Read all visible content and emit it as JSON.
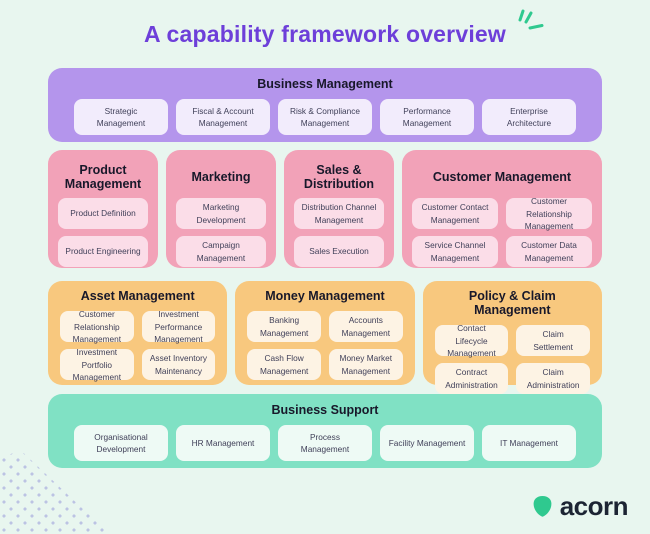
{
  "title": "A capability framework overview",
  "brand": "acorn",
  "colors": {
    "background": "#e8f6ef",
    "title_purple": "#6d3fd9",
    "band_purple": "#b495ec",
    "card_purple": "#f2ecfc",
    "band_pink": "#f2a2b8",
    "card_pink": "#fbdde8",
    "band_yellow": "#f8c87e",
    "card_yellow": "#fdf3e4",
    "band_green": "#80e1c4",
    "card_green": "#eefaf5",
    "accent_green": "#2fc98f",
    "text_dark": "#18182a"
  },
  "sections": {
    "business_management": {
      "title": "Business Management",
      "items": [
        "Strategic Management",
        "Fiscal & Account Management",
        "Risk & Compliance Management",
        "Performance Management",
        "Enterprise Architecture"
      ]
    },
    "product_management": {
      "title": "Product Management",
      "items": [
        "Product Definition",
        "Product Engineering"
      ]
    },
    "marketing": {
      "title": "Marketing",
      "items": [
        "Marketing Development",
        "Campaign Management"
      ]
    },
    "sales_distribution": {
      "title": "Sales & Distribution",
      "items": [
        "Distribution Channel Management",
        "Sales Execution"
      ]
    },
    "customer_management": {
      "title": "Customer Management",
      "items": [
        "Customer Contact Management",
        "Customer Relationship Management",
        "Service Channel Management",
        "Customer Data Management"
      ]
    },
    "asset_management": {
      "title": "Asset Management",
      "items": [
        "Customer Relationship Management",
        "Investment Performance Management",
        "Investment Portfolio Management",
        "Asset Inventory Maintenancy"
      ]
    },
    "money_management": {
      "title": "Money Management",
      "items": [
        "Banking Management",
        "Accounts Management",
        "Cash Flow Management",
        "Money Market Management"
      ]
    },
    "policy_claim_management": {
      "title": "Policy & Claim Management",
      "items": [
        "Contact Lifecycle Management",
        "Claim Settlement",
        "Contract Administration",
        "Claim Administration"
      ]
    },
    "business_support": {
      "title": "Business Support",
      "items": [
        "Organisational Development",
        "HR Management",
        "Process Management",
        "Facility Management",
        "IT Management"
      ]
    }
  }
}
